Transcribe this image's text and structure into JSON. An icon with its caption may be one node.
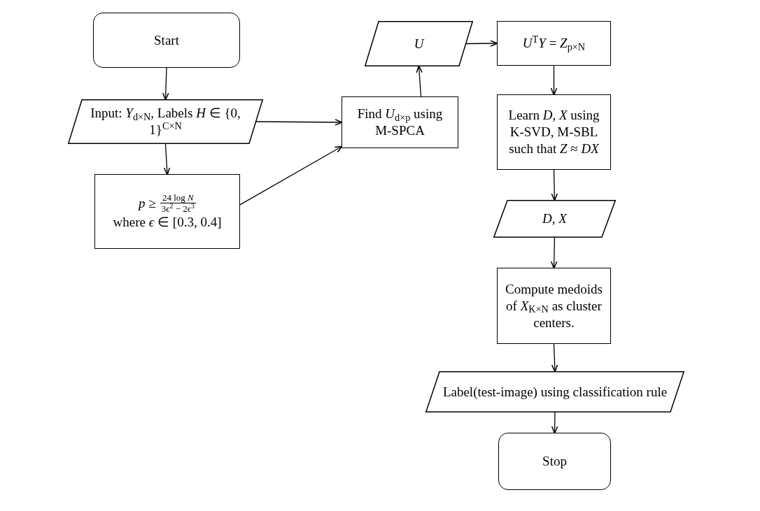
{
  "diagram": {
    "nodes": [
      {
        "text": [
          "Start"
        ]
      },
      {
        "text": [
          "Input: *Y*$_{d×N}$, Labels *H* ∈ {0, 1}$^{C×N}$"
        ]
      },
      {
        "text": [
          "*p* ≥",
          "24 log *N*",
          "3ϵ$^{2}$ − 2ϵ$^{3}$",
          "where *ϵ* ∈ [0.3, 0.4]"
        ]
      },
      {
        "text": [
          "Find *U*$_{d×p}$ using M-SPCA"
        ]
      },
      {
        "text": [
          "*U*"
        ]
      },
      {
        "text": [
          "*U*$^{T}$*Y* = *Z*$_{p×N}$"
        ]
      },
      {
        "text": [
          "Learn *D*, *X* using K-SVD, M-SBL such that *Z* ≈ *DX*"
        ]
      },
      {
        "text": [
          "*D*, *X*"
        ]
      },
      {
        "text": [
          "Compute medoids of *X*$_{K×N}$ as cluster centers."
        ]
      },
      {
        "text": [
          "Label(test-image) using classification rule"
        ]
      },
      {
        "text": [
          "Stop"
        ]
      }
    ],
    "edges": [
      {
        "from": 0,
        "to": 1,
        "arrow": "to"
      },
      {
        "from": 1,
        "to": 2,
        "arrow": "to"
      },
      {
        "from": 1,
        "to": 3,
        "arrow": "to"
      },
      {
        "from": 2,
        "to": 3,
        "arrow": "to"
      },
      {
        "from": 3,
        "to": 4,
        "arrow": "to"
      },
      {
        "from": 4,
        "to": 5,
        "arrow": "to"
      },
      {
        "from": 5,
        "to": 6,
        "arrow": "to"
      },
      {
        "from": 6,
        "to": 7,
        "arrow": "to"
      },
      {
        "from": 7,
        "to": 8,
        "arrow": "to"
      },
      {
        "from": 8,
        "to": 9,
        "arrow": "to"
      },
      {
        "from": 9,
        "to": 10,
        "arrow": "to"
      }
    ]
  }
}
